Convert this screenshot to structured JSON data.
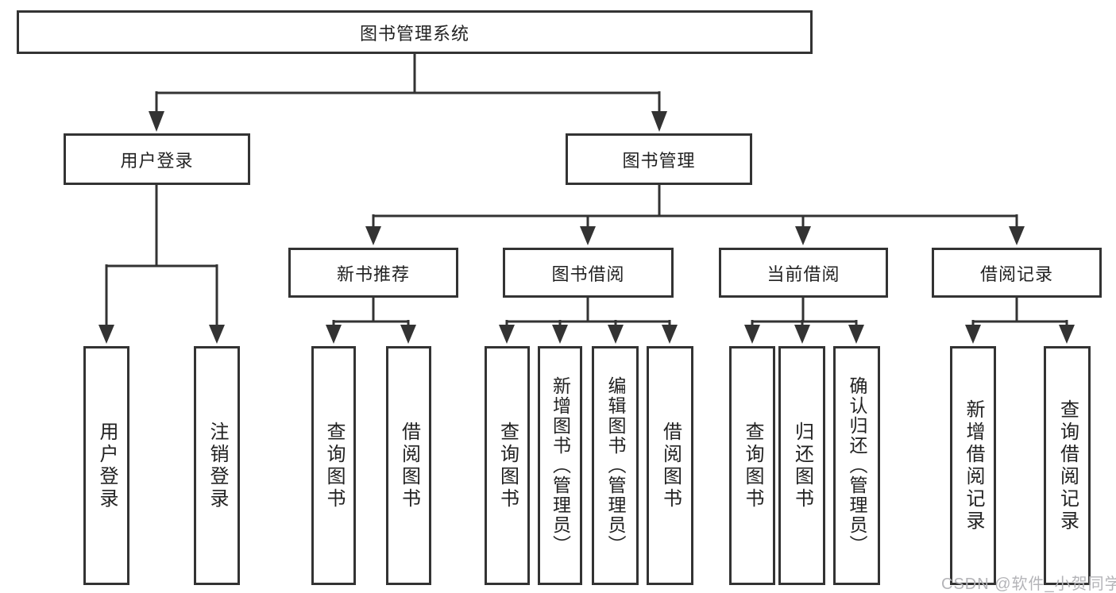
{
  "diagram": {
    "root": "图书管理系统",
    "level2": [
      "用户登录",
      "图书管理"
    ],
    "level3": [
      "新书推荐",
      "图书借阅",
      "当前借阅",
      "借阅记录"
    ],
    "leaves": {
      "user_login": [
        "用户登录",
        "注销登录"
      ],
      "new_book_recommendation": [
        "查询图书",
        "借阅图书"
      ],
      "book_borrowing": [
        "查询图书",
        "新增图书（管理员）",
        "编辑图书（管理员）",
        "借阅图书"
      ],
      "current_borrowing": [
        "查询图书",
        "归还图书",
        "确认归还（管理员）"
      ],
      "borrowing_records": [
        "新增借阅记录",
        "查询借阅记录"
      ]
    },
    "colors": {
      "line": "#333333",
      "border": "#333333",
      "text": "#222222",
      "background": "#ffffff",
      "watermark": "#b4b4b8"
    }
  },
  "watermark": {
    "text": "CSDN @软件_小贺同学"
  }
}
